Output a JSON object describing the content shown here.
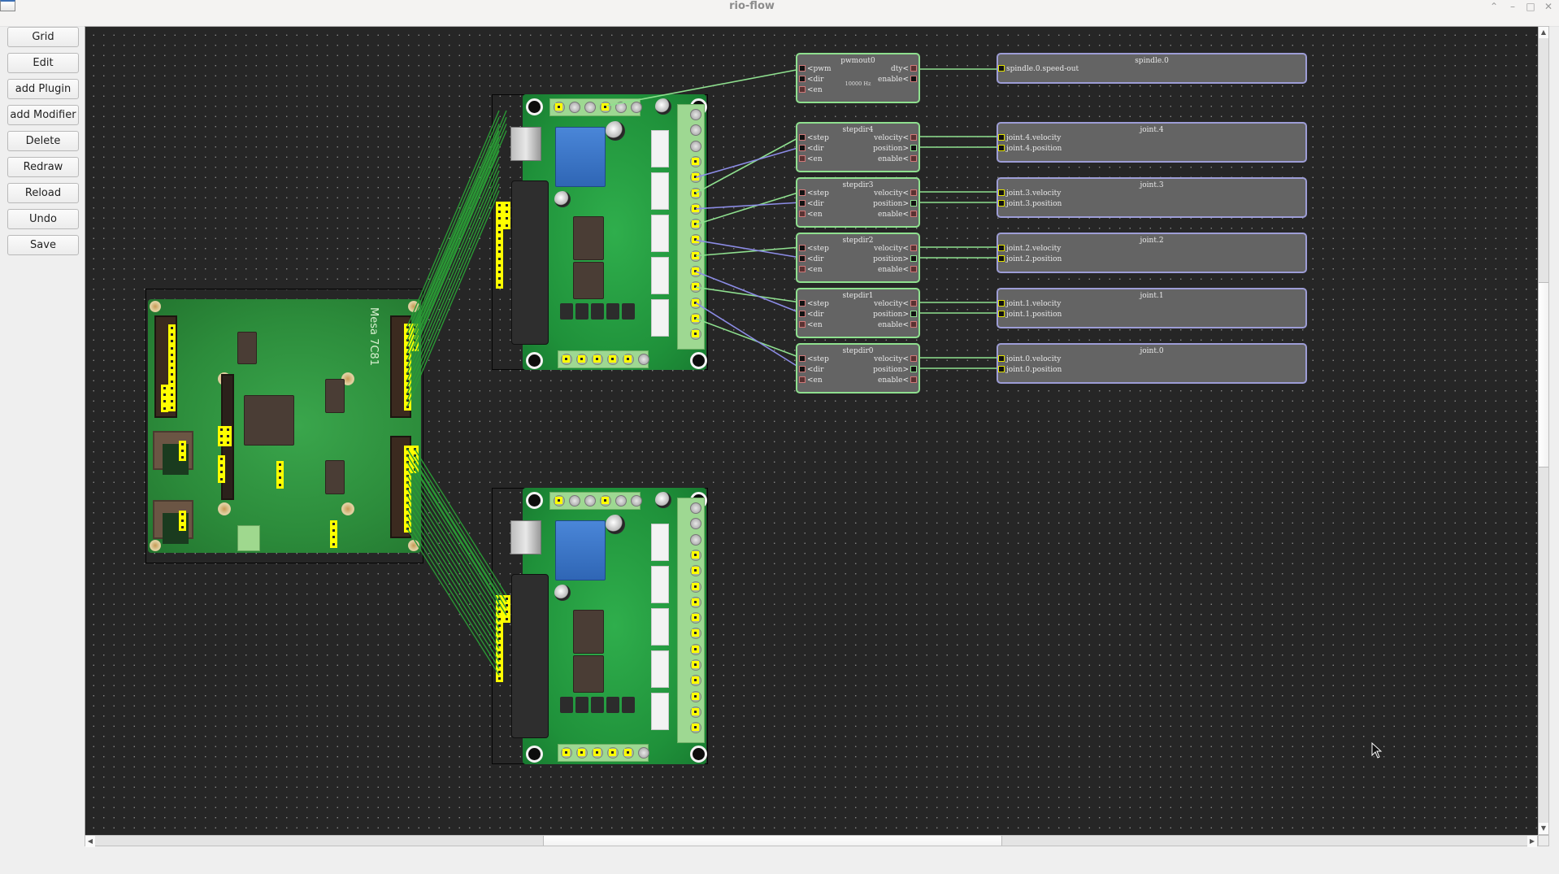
{
  "window": {
    "title": "rio-flow",
    "controls": [
      "chevron-up-icon",
      "minimize-icon",
      "maximize-icon",
      "close-icon"
    ],
    "control_glyphs": [
      "⌃",
      "–",
      "□",
      "✕"
    ]
  },
  "sidebar": {
    "buttons": [
      {
        "label": "Grid"
      },
      {
        "label": "Edit"
      },
      {
        "label": "add Plugin"
      },
      {
        "label": "add Modifier"
      },
      {
        "label": "Delete"
      },
      {
        "label": "Redraw"
      },
      {
        "label": "Reload"
      },
      {
        "label": "Undo"
      },
      {
        "label": "Save"
      }
    ]
  },
  "canvas": {
    "colors": {
      "background": "#262626",
      "grid_dot": "#8a8a8a",
      "plugin_border": "#8fe08f",
      "hal_border": "#9d9dd6",
      "node_fill": "#646464",
      "wire_green": "#8fe08f",
      "wire_blue": "#8c8ce6",
      "wire_dark_green": "#2a9a35",
      "pin_yellow": "#ffff00"
    },
    "boards": {
      "main": {
        "silkscreen": "Mesa 7C81"
      },
      "breakout": [
        {
          "id": "breakout-1"
        },
        {
          "id": "breakout-2"
        }
      ]
    },
    "plugins": [
      {
        "title": "pwmout0",
        "info": "10000 Hz",
        "inputs": [
          "<pwm",
          "<dir",
          "<en"
        ],
        "outputs": [
          "dty<",
          "enable<"
        ]
      },
      {
        "title": "stepdir4",
        "inputs": [
          "<step",
          "<dir",
          "<en"
        ],
        "outputs": [
          "velocity<",
          "position>",
          "enable<"
        ]
      },
      {
        "title": "stepdir3",
        "inputs": [
          "<step",
          "<dir",
          "<en"
        ],
        "outputs": [
          "velocity<",
          "position>",
          "enable<"
        ]
      },
      {
        "title": "stepdir2",
        "inputs": [
          "<step",
          "<dir",
          "<en"
        ],
        "outputs": [
          "velocity<",
          "position>",
          "enable<"
        ]
      },
      {
        "title": "stepdir1",
        "inputs": [
          "<step",
          "<dir",
          "<en"
        ],
        "outputs": [
          "velocity<",
          "position>",
          "enable<"
        ]
      },
      {
        "title": "stepdir0",
        "inputs": [
          "<step",
          "<dir",
          "<en"
        ],
        "outputs": [
          "velocity<",
          "position>",
          "enable<"
        ]
      }
    ],
    "hal": [
      {
        "title": "spindle.0",
        "pins": [
          "spindle.0.speed-out"
        ]
      },
      {
        "title": "joint.4",
        "pins": [
          "joint.4.velocity",
          "joint.4.position"
        ]
      },
      {
        "title": "joint.3",
        "pins": [
          "joint.3.velocity",
          "joint.3.position"
        ]
      },
      {
        "title": "joint.2",
        "pins": [
          "joint.2.velocity",
          "joint.2.position"
        ]
      },
      {
        "title": "joint.1",
        "pins": [
          "joint.1.velocity",
          "joint.1.position"
        ]
      },
      {
        "title": "joint.0",
        "pins": [
          "joint.0.velocity",
          "joint.0.position"
        ]
      }
    ]
  }
}
